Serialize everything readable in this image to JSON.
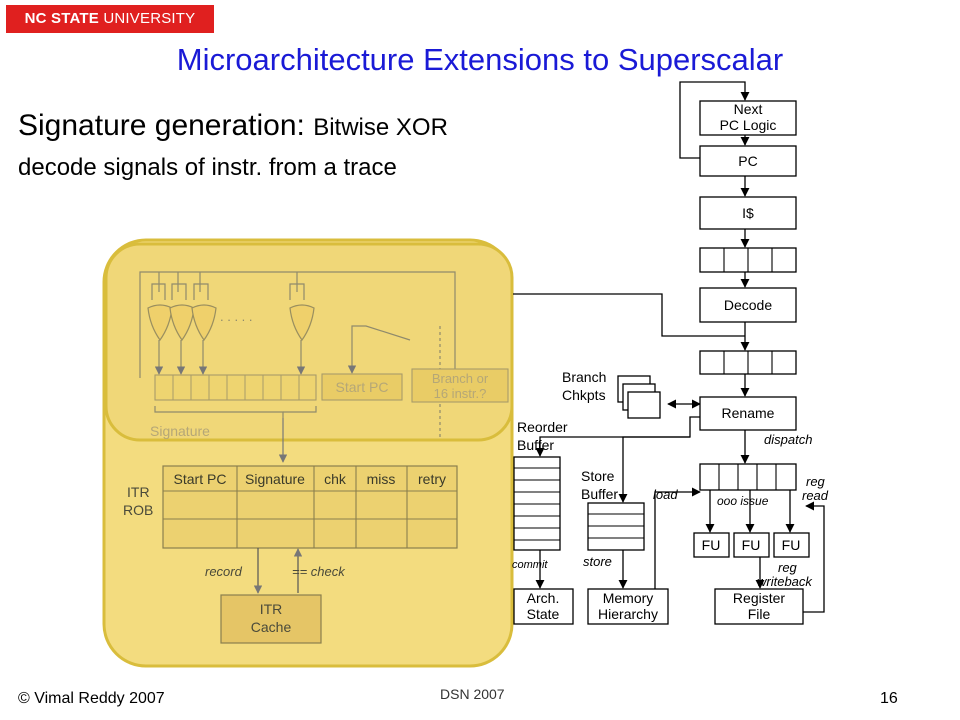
{
  "header": {
    "brand_bold": "NC STATE",
    "brand_rest": " UNIVERSITY",
    "title": "Microarchitecture Extensions to Superscalar",
    "subtitle_main": "Signature generation: ",
    "subtitle_small": "Bitwise XOR",
    "subtitle_line2": "decode signals of instr. from a trace"
  },
  "pipeline": {
    "next_pc": [
      "Next",
      "PC Logic"
    ],
    "pc": "PC",
    "icache": "I$",
    "decode": "Decode",
    "rename": "Rename",
    "branch_chkpts": [
      "Branch",
      "Chkpts"
    ],
    "dispatch": "dispatch",
    "reorder_buffer": [
      "Reorder",
      "Buffer"
    ],
    "store_buffer": [
      "Store",
      "Buffer"
    ],
    "load": "load",
    "ooo_issue": "ooo issue",
    "reg_read": [
      "reg",
      "read"
    ],
    "fu": [
      "FU",
      "FU",
      "FU"
    ],
    "commit": "commit",
    "store": "store",
    "reg_writeback": [
      "reg",
      "writeback"
    ],
    "arch_state": [
      "Arch.",
      "State"
    ],
    "memory_hierarchy": [
      "Memory",
      "Hierarchy"
    ],
    "register_file": [
      "Register",
      "File"
    ]
  },
  "itr": {
    "start_pc": "Start PC",
    "branch_or": [
      "Branch or",
      "16 instr.?"
    ],
    "signature": "Signature",
    "rob_label": [
      "ITR",
      "ROB"
    ],
    "rob_columns": [
      "Start PC",
      "Signature",
      "chk",
      "miss",
      "retry"
    ],
    "record": "record",
    "check": "== check",
    "cache": [
      "ITR",
      "Cache"
    ],
    "dots": ". . . . ."
  },
  "footer": {
    "author": "© Vimal Reddy 2007",
    "conference": "DSN 2007",
    "page": "16"
  },
  "colors": {
    "brand_red": "#e0201f",
    "title_blue": "#1a1ad6",
    "itr_yellow": "#f3dc7f",
    "itr_border": "#d9bd3c"
  }
}
